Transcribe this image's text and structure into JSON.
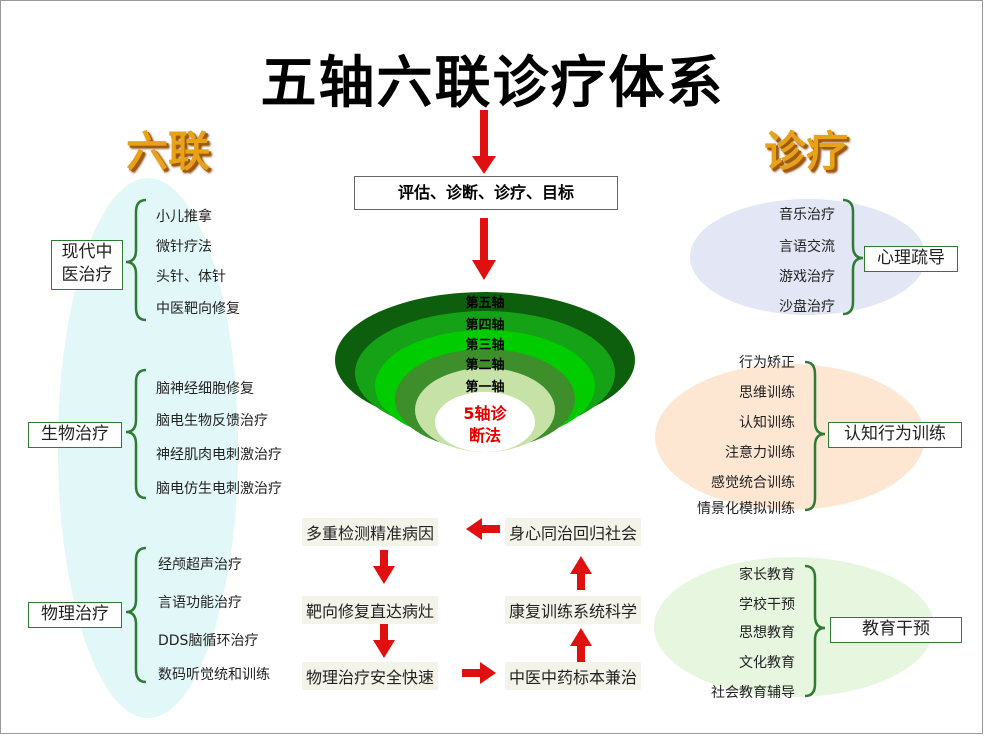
{
  "title": "五轴六联诊疗体系",
  "left_heading": "六联",
  "right_heading": "诊疗",
  "top_box": "评估、诊断、诊疗、目标",
  "axes": [
    "第五轴",
    "第四轴",
    "第三轴",
    "第二轴",
    "第一轴"
  ],
  "center_label": [
    "5轴诊",
    "断法"
  ],
  "left_groups": [
    {
      "label_lines": [
        "现代中",
        "医治疗"
      ],
      "items": [
        "小儿推拿",
        "微针疗法",
        "头针、体针",
        "中医靶向修复"
      ]
    },
    {
      "label_lines": [
        "生物治疗"
      ],
      "items": [
        "脑神经细胞修复",
        "脑电生物反馈治疗",
        "神经肌肉电刺激治疗",
        "脑电仿生电刺激治疗"
      ]
    },
    {
      "label_lines": [
        "物理治疗"
      ],
      "items": [
        "经颅超声治疗",
        "言语功能治疗",
        "DDS脑循环治疗",
        "数码听觉统和训练"
      ]
    }
  ],
  "right_groups": [
    {
      "label": "心理疏导",
      "items": [
        "音乐治疗",
        "言语交流",
        "游戏治疗",
        "沙盘治疗"
      ]
    },
    {
      "label": "认知行为训练",
      "items": [
        "行为矫正",
        "思维训练",
        "认知训练",
        "注意力训练",
        "感觉统合训练",
        "情景化模拟训练"
      ]
    },
    {
      "label": "教育干预",
      "items": [
        "家长教育",
        "学校干预",
        "思想教育",
        "文化教育",
        "社会教育辅导"
      ]
    }
  ],
  "flow": {
    "left": [
      "多重检测精准病因",
      "靶向修复直达病灶",
      "物理治疗安全快速"
    ],
    "right": [
      "身心同治回归社会",
      "康复训练系统科学",
      "中医中药标本兼治"
    ]
  },
  "colors": {
    "arrow": "#e01010",
    "title_gold": "#e8a21a",
    "group_border": "#2f7a34",
    "left_ellipse": "#e2f7f8",
    "right_ellipse_1": "#e3e6f5",
    "right_ellipse_2": "#fde7d3",
    "right_ellipse_3": "#e6f6df",
    "ring_dark": "#0d5f0d",
    "ring_mid": "#16a216",
    "ring_bright": "#00cc00",
    "ring_light": "#b9dc9a",
    "ring_pale": "#eef6e6"
  }
}
